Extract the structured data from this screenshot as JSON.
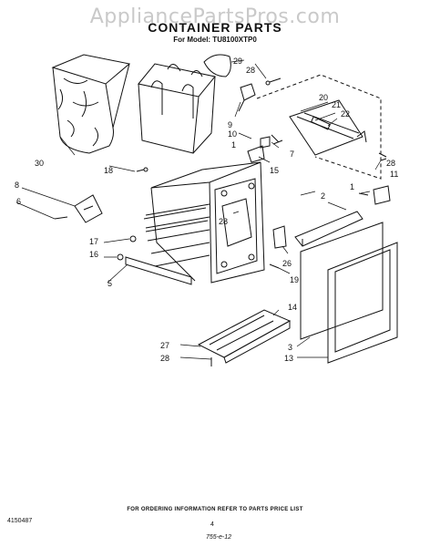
{
  "watermark": "AppliancePartsPros.com",
  "title": "CONTAINER PARTS",
  "subtitle": "For Model: TU8100XTP0",
  "part_labels": {
    "p1a": "1",
    "p1b": "1",
    "p2": "2",
    "p3": "3",
    "p5": "5",
    "p6": "6",
    "p7": "7",
    "p8": "8",
    "p9": "9",
    "p10": "10",
    "p11": "11",
    "p13": "13",
    "p14": "14",
    "p15": "15",
    "p16": "16",
    "p17": "17",
    "p18": "18",
    "p19": "19",
    "p20": "20",
    "p21": "21",
    "p22": "22",
    "p26": "26",
    "p27": "27",
    "p28a": "28",
    "p28b": "28",
    "p28c": "28",
    "p28d": "28",
    "p29": "29",
    "p30": "30"
  },
  "footer_note": "FOR ORDERING INFORMATION REFER TO PARTS PRICE LIST",
  "doc_number": "4150487",
  "page_number": "4",
  "handwritten_note": "755-e-12"
}
